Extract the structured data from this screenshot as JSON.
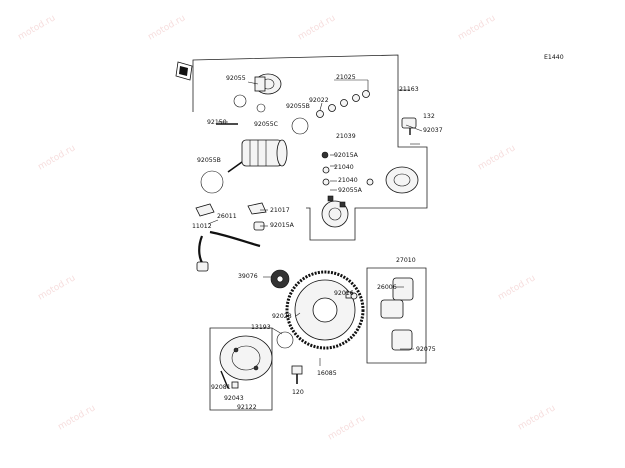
{
  "diagram": {
    "ref_code": "E1440",
    "watermark": "motod.ru",
    "labels": {
      "p92055": "92055",
      "p21025": "21025",
      "p92022": "92022",
      "p21163": "21163",
      "p92055B_a": "92055B",
      "p92055C": "92055C",
      "p92150": "92150",
      "p92055B_b": "92055B",
      "p132": "132",
      "p92037": "92037",
      "p21039": "21039",
      "p92015A_a": "92015A",
      "p21040_a": "21040",
      "p21040_b": "21040",
      "p92055A": "92055A",
      "p21017": "21017",
      "p26011": "26011",
      "p11012": "11012",
      "p92015A_b": "92015A",
      "p39076": "39076",
      "p27010": "27010",
      "p92016": "92016",
      "p26006": "26006",
      "p13193": "13193",
      "p92028": "92028",
      "p16085": "16085",
      "p92075": "92075",
      "p92081": "92081",
      "p92043": "92043",
      "p92122": "92122",
      "p120": "120"
    }
  }
}
